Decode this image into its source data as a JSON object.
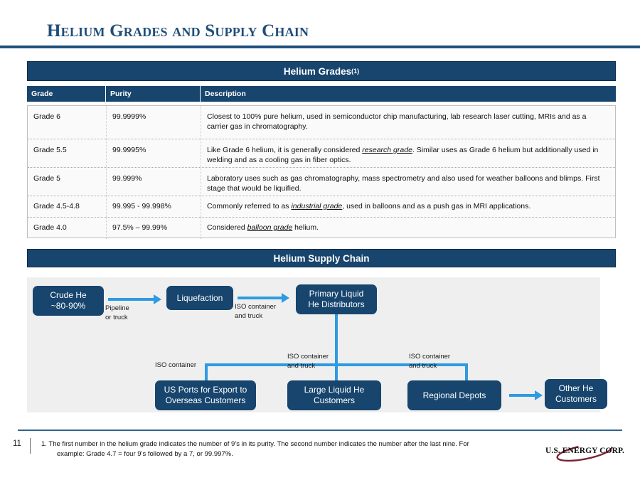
{
  "slide": {
    "title": "Helium Grades and Supply Chain",
    "page_number": "11",
    "logo_text": "U.S. ENERGY CORP."
  },
  "colors": {
    "navy": "#17456E",
    "title_blue": "#1F4E79",
    "arrow_blue": "#2E9BE0",
    "panel_gray": "#EFEFEF",
    "logo_swoosh": "#7B2233"
  },
  "grades_table": {
    "banner": "Helium Grades",
    "banner_superscript": "(1)",
    "columns": [
      "Grade",
      "Purity",
      "Description"
    ],
    "rows": [
      {
        "grade": "Grade 6",
        "purity": "99.9999%",
        "description": "Closest to 100% pure helium, used in semiconductor chip manufacturing, lab research laser cutting, MRIs and as a carrier gas in chromatography.",
        "desc_pre": "Closest to 100% pure helium, used in semiconductor chip manufacturing, lab research laser cutting, MRIs and as a carrier gas in chromatography.",
        "desc_em": "",
        "desc_post": ""
      },
      {
        "grade": "Grade 5.5",
        "purity": "99.9995%",
        "description": "Like Grade 6 helium, it is generally considered research grade. Similar uses as Grade 6 helium but additionally used in welding and as a cooling gas in fiber optics.",
        "desc_pre": "Like Grade 6 helium, it is generally considered ",
        "desc_em": "research grade",
        "desc_post": ". Similar uses as Grade 6 helium but additionally used in welding and as a cooling gas in fiber optics."
      },
      {
        "grade": "Grade 5",
        "purity": "99.999%",
        "description": "Laboratory uses such as gas chromatography, mass spectrometry and also used for weather balloons and blimps. First stage that would be liquified.",
        "desc_pre": "Laboratory uses such as gas chromatography, mass spectrometry and also used for weather balloons and blimps. First stage that would be liquified.",
        "desc_em": "",
        "desc_post": ""
      },
      {
        "grade": "Grade 4.5-4.8",
        "purity": "99.995 - 99.998%",
        "description": "Commonly referred to as industrial grade, used in balloons and as a push gas in MRI applications.",
        "desc_pre": "Commonly referred to as ",
        "desc_em": "industrial grade",
        "desc_post": ", used in balloons and as a push gas in MRI applications."
      },
      {
        "grade": "Grade 4.0",
        "purity": "97.5% – 99.99%",
        "description": "Considered balloon grade helium.",
        "desc_pre": "Considered ",
        "desc_em": "balloon grade",
        "desc_post": " helium."
      }
    ]
  },
  "supply_chain": {
    "banner": "Helium Supply Chain",
    "nodes": {
      "crude": "Crude He\n~80-90%",
      "crude_l1": "Crude He",
      "crude_l2": "~80-90%",
      "liquefaction": "Liquefaction",
      "distributors_l1": "Primary Liquid",
      "distributors_l2": "He Distributors",
      "ports_l1": "US Ports for Export to",
      "ports_l2": "Overseas Customers",
      "large_l1": "Large Liquid He",
      "large_l2": "Customers",
      "depots": "Regional Depots",
      "other_l1": "Other He",
      "other_l2": "Customers"
    },
    "flow_labels": {
      "pipeline_l1": "Pipeline",
      "pipeline_l2": "or truck",
      "iso_truck_1_l1": "ISO container",
      "iso_truck_1_l2": "and truck",
      "iso_only": "ISO container",
      "iso_truck_2_l1": "ISO container",
      "iso_truck_2_l2": "and truck",
      "iso_truck_3_l1": "ISO container",
      "iso_truck_3_l2": "and truck"
    }
  },
  "footnote": {
    "line1": "1. The first number in the helium grade indicates the number of 9’s in its purity. The second number indicates the number after the last nine. For",
    "line2": "example: Grade 4.7 = four 9’s followed by a 7, or 99.997%."
  }
}
